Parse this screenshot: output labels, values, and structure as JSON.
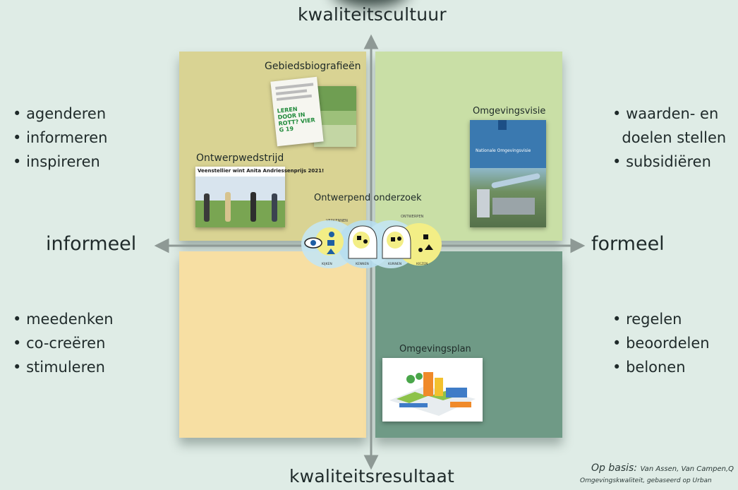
{
  "axes": {
    "top": "kwaliteitscultuur",
    "bottom": "kwaliteitsresultaat",
    "left": "informeel",
    "right": "formeel"
  },
  "lists": {
    "top_left": [
      "agenderen",
      "informeren",
      "inspireren"
    ],
    "top_right": [
      "waarden- en",
      "doelen stellen",
      "subsidiëren"
    ],
    "bottom_left": [
      "meedenken",
      "co-creëren",
      "stimuleren"
    ],
    "bottom_right": [
      "regelen",
      "beoordelen",
      "belonen"
    ]
  },
  "quadrants": {
    "top_left": {
      "title1": "Gebiedsbiografieën",
      "title2": "Ontwerpwedstrijd",
      "photo_caption": "Veenstellier wint Anita Andriessenprijs 2021!"
    },
    "top_right": {
      "title": "Omgevingsvisie",
      "cover_text": "Nationale Omgevingsvisie"
    },
    "bottom_right": {
      "title": "Omgevingsplan"
    },
    "center": {
      "title": "Ontwerpend onderzoek",
      "steps": [
        "KIJKEN",
        "KENNEN",
        "KUNNEN",
        "KIEZEN"
      ],
      "arc_labels": [
        "VERKENNEN",
        "ONTWERPEN"
      ]
    }
  },
  "booklet_text": "LEREN DOOR IN ROTT? VIER G 19",
  "footnote": {
    "lead": "Op basis:",
    "line1": "Van Assen, Van Campen,Q",
    "line2": "Omgevingskwaliteit, gebaseerd op Urban"
  },
  "colors": {
    "background": "#dfece6",
    "tl": "#d9d393",
    "tr": "#c9dfa6",
    "bl": "#f7dfa3",
    "br": "#6f9a86",
    "axis": "#8e9995"
  }
}
